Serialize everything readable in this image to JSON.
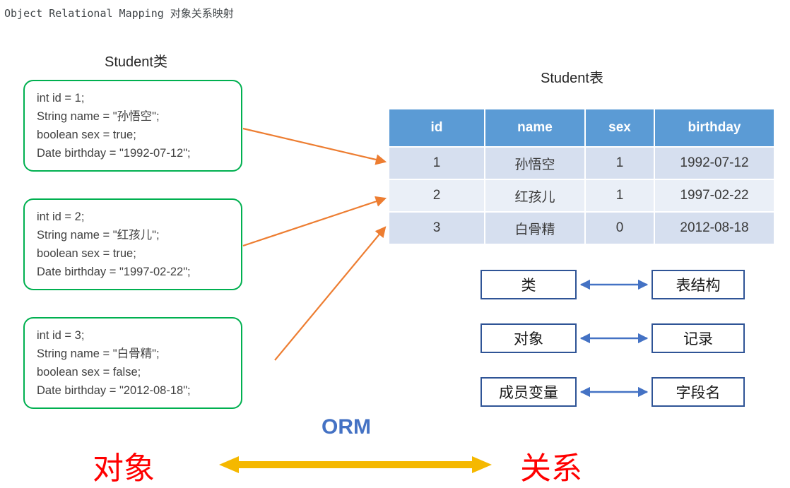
{
  "page": {
    "title": "Object Relational Mapping 对象关系映射"
  },
  "captions": {
    "class_side": "Student类",
    "table_side": "Student表"
  },
  "class_objects": [
    {
      "lines": [
        "int id = 1;",
        "String name = \"孙悟空\";",
        "boolean sex = true;",
        "Date birthday = \"1992-07-12\";"
      ]
    },
    {
      "lines": [
        "int id = 2;",
        "String name = \"红孩儿\";",
        "boolean sex = true;",
        "Date birthday = \"1997-02-22\";"
      ]
    },
    {
      "lines": [
        "int id = 3;",
        "String name = \"白骨精\";",
        "boolean sex = false;",
        "Date birthday = \"2012-08-18\";"
      ]
    }
  ],
  "student_table": {
    "columns": [
      "id",
      "name",
      "sex",
      "birthday"
    ],
    "rows": [
      [
        "1",
        "孙悟空",
        "1",
        "1992-07-12"
      ],
      [
        "2",
        "红孩儿",
        "1",
        "1997-02-22"
      ],
      [
        "3",
        "白骨精",
        "0",
        "2012-08-18"
      ]
    ]
  },
  "mapping_pairs": [
    {
      "left": "类",
      "right": "表结构"
    },
    {
      "left": "对象",
      "right": "记录"
    },
    {
      "left": "成员变量",
      "right": "字段名"
    }
  ],
  "footer": {
    "orm": "ORM",
    "left_term": "对象",
    "right_term": "关系"
  },
  "colors": {
    "class_box_border": "#00b050",
    "table_header_bg": "#5b9bd5",
    "table_row_odd": "#d6dfef",
    "table_row_even": "#eaeff7",
    "connector_arrow": "#ed7d31",
    "map_box_border": "#2f5496",
    "map_arrow": "#4472c4",
    "orm_label": "#4472c4",
    "footer_term": "#ff0000",
    "footer_arrow": "#f5b800"
  }
}
